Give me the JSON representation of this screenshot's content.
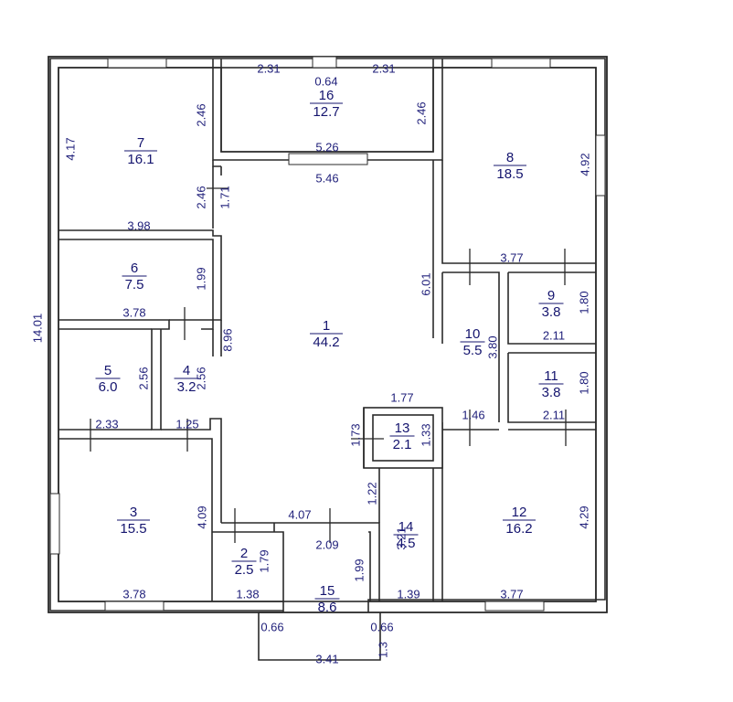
{
  "rooms": [
    {
      "number": "1",
      "area": "44.2"
    },
    {
      "number": "2",
      "area": "2.5"
    },
    {
      "number": "3",
      "area": "15.5"
    },
    {
      "number": "4",
      "area": "3.2"
    },
    {
      "number": "5",
      "area": "6.0"
    },
    {
      "number": "6",
      "area": "7.5"
    },
    {
      "number": "7",
      "area": "16.1"
    },
    {
      "number": "8",
      "area": "18.5"
    },
    {
      "number": "9",
      "area": "3.8"
    },
    {
      "number": "10",
      "area": "5.5"
    },
    {
      "number": "11",
      "area": "3.8"
    },
    {
      "number": "12",
      "area": "16.2"
    },
    {
      "number": "13",
      "area": "2.1"
    },
    {
      "number": "14",
      "area": "4.5"
    },
    {
      "number": "15",
      "area": "8.6"
    },
    {
      "number": "16",
      "area": "12.7"
    }
  ],
  "dims": [
    "2.31",
    "0.64",
    "2.31",
    "2.46",
    "2.46",
    "5.26",
    "5.46",
    "4.17",
    "2.46",
    "1.71",
    "3.98",
    "4.92",
    "3.77",
    "1.99",
    "3.78",
    "6.01",
    "1.80",
    "2.11",
    "8.96",
    "14.01",
    "3.80",
    "2.56",
    "2.56",
    "2.33",
    "1.25",
    "1.77",
    "1.80",
    "2.11",
    "1.46",
    "1.73",
    "1.33",
    "1.22",
    "4.09",
    "4.07",
    "3.21",
    "4.29",
    "2.09",
    "1.79",
    "1.99",
    "3.78",
    "1.38",
    "1.39",
    "3.77",
    "0.66",
    "0.66",
    "1.3",
    "3.41"
  ]
}
